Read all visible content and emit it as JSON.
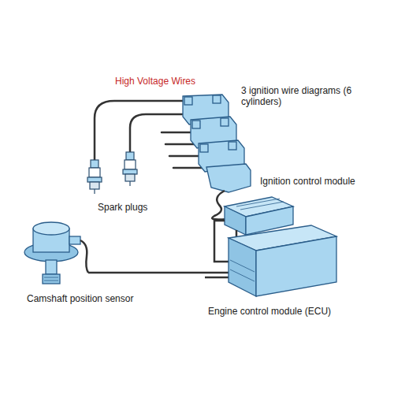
{
  "diagram": {
    "labels": [
      "High Voltage Wires",
      "3 ignition wire diagrams (6 cylinders)",
      "Spark plugs",
      "Ignition control module",
      "Camshaft position sensor",
      "Engine control module (ECU)"
    ]
  }
}
